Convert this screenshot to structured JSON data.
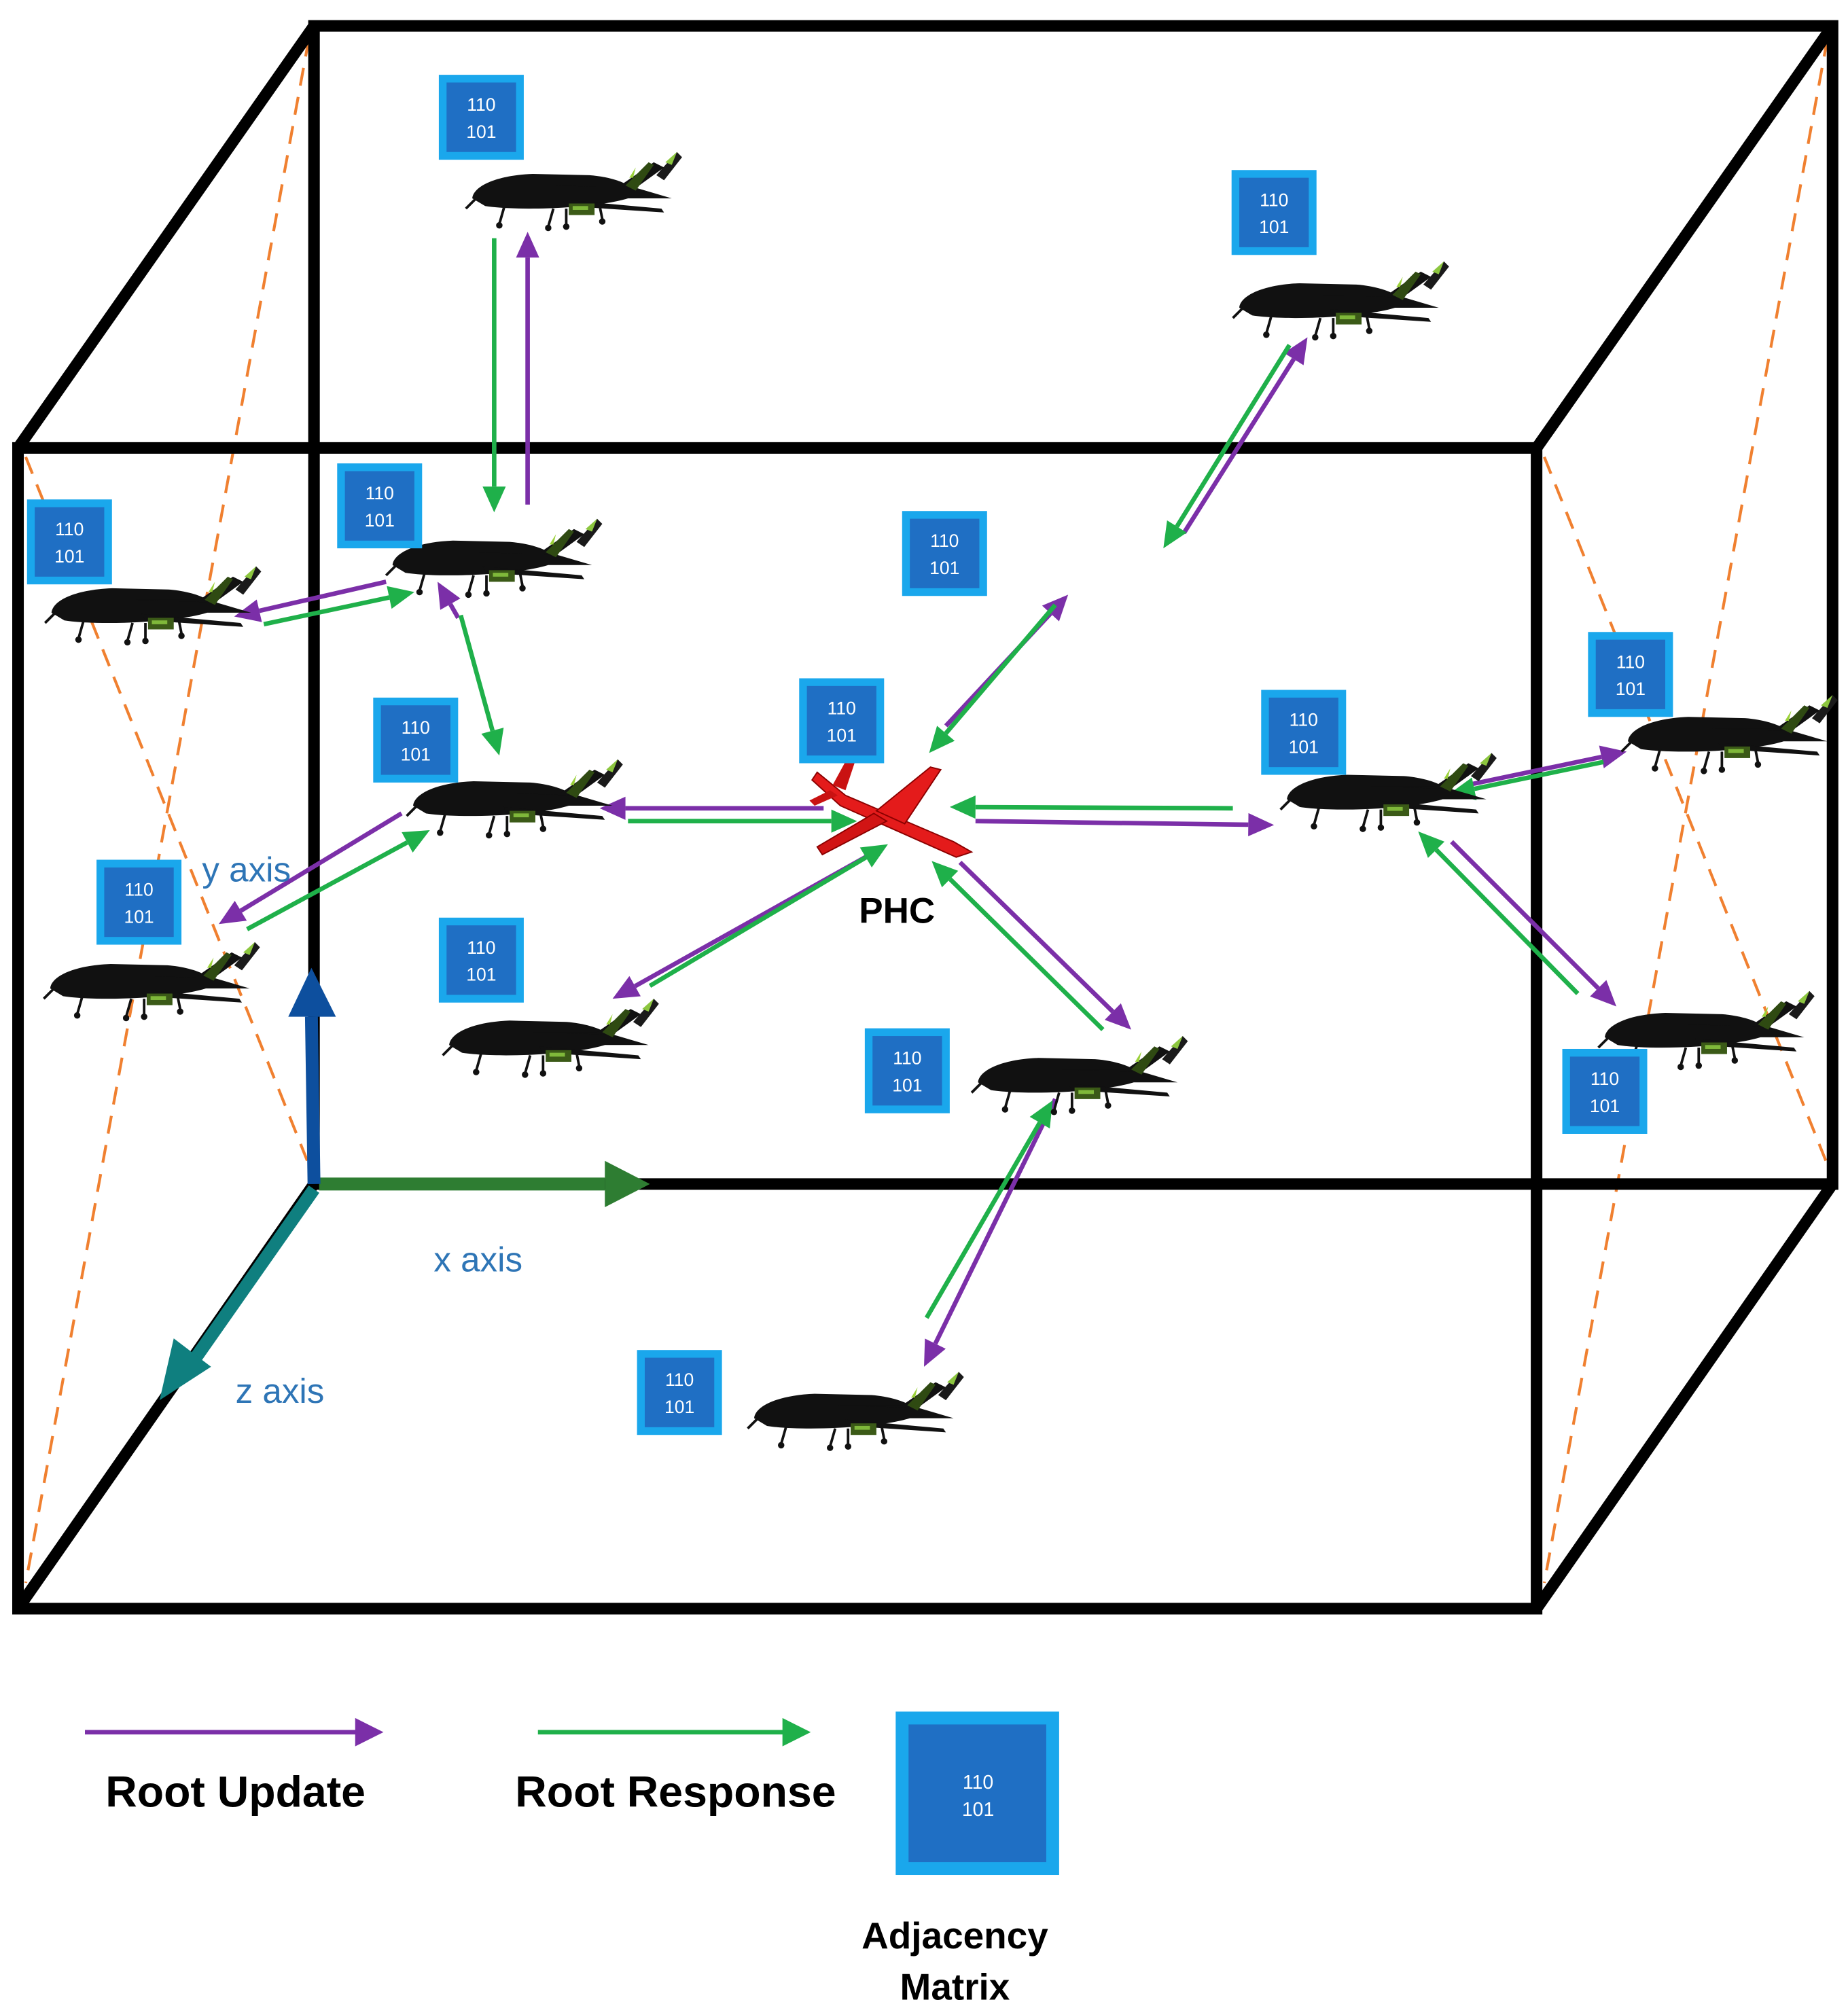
{
  "matrix": {
    "row1": "110",
    "row2": "101"
  },
  "hub_label": "PHC",
  "axes": {
    "x": "x axis",
    "y": "y axis",
    "z": "z axis"
  },
  "legend": {
    "update_label": "Root Update",
    "response_label": "Root Response",
    "matrix_label_line1": "Adjacency",
    "matrix_label_line2": "Matrix"
  },
  "colors": {
    "update": "#7b2fa8",
    "response": "#1fb04a",
    "matrix_outer": "#1aa7ec",
    "matrix_inner": "#1f6fc4",
    "axis_text": "#2e75b6",
    "x_axis": "#2e7d32",
    "y_axis": "#0d4f9e",
    "z_axis": "#0f7f7f",
    "dashes": "#f08030",
    "hub": "#e41b1b"
  },
  "icons": {
    "drone": "drone-icon",
    "hub": "red-aircraft-icon",
    "matrix": "adjacency-matrix-icon"
  },
  "nodes": [
    "top",
    "top-right",
    "upper-left",
    "left-edge",
    "mid-left",
    "center-right",
    "right-far",
    "low-left",
    "left-lower",
    "low-mid",
    "bottom",
    "right-lower"
  ]
}
